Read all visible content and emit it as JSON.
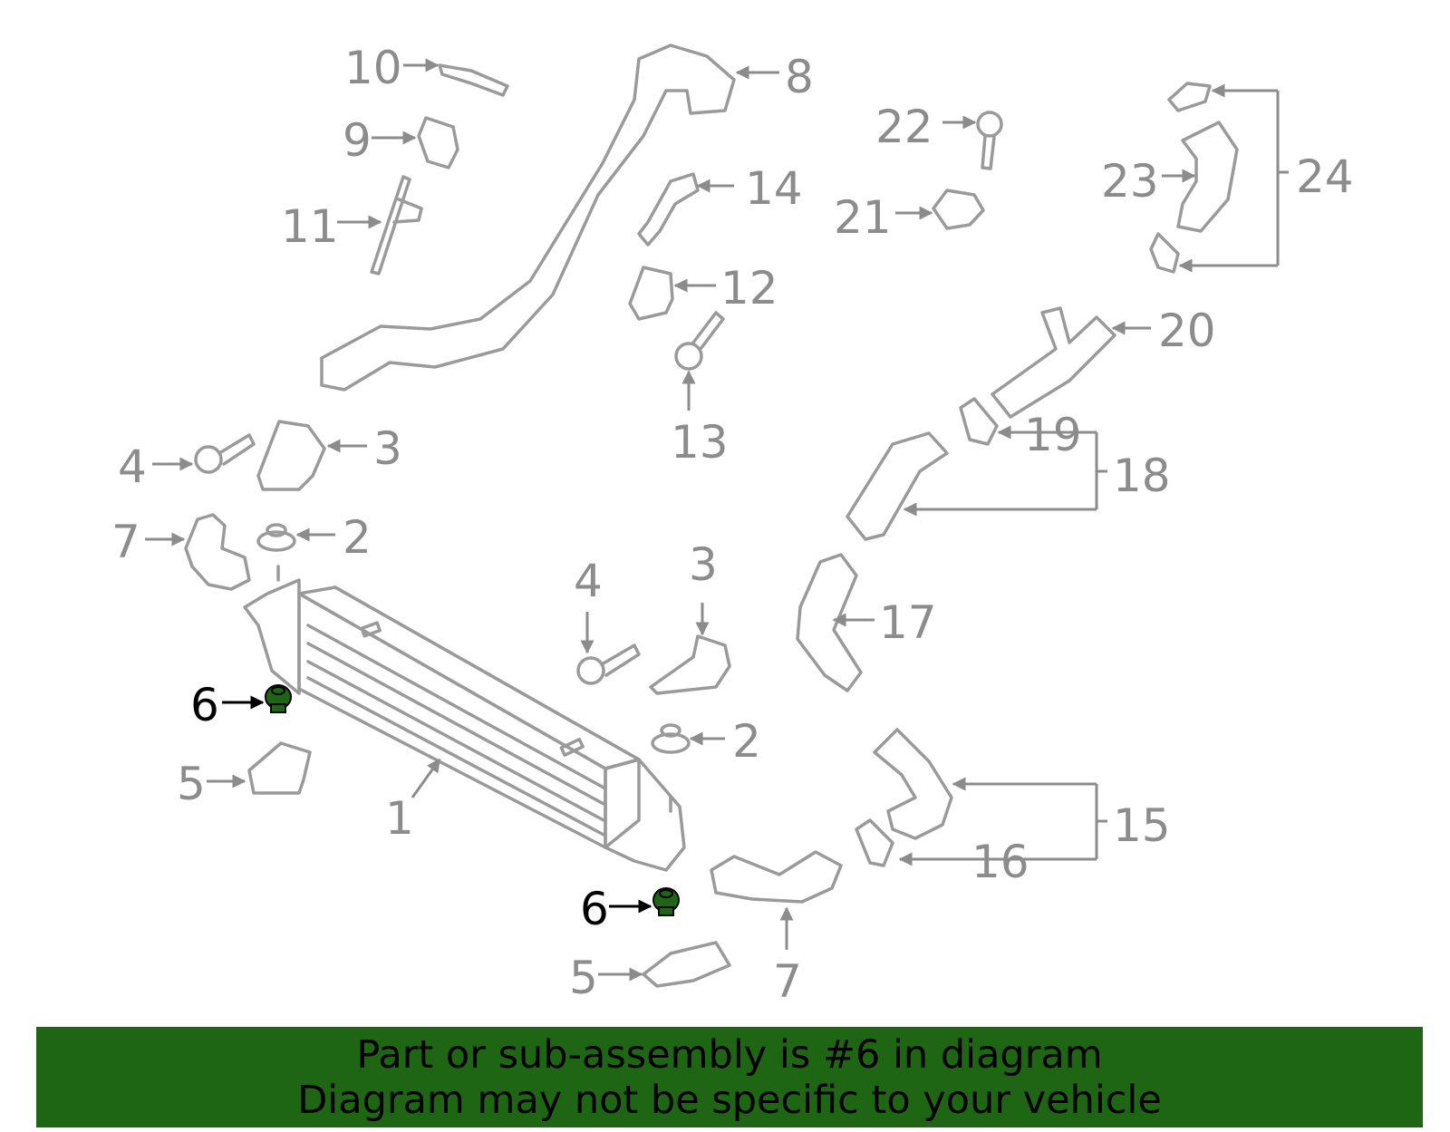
{
  "colors": {
    "highlight": "#1e6614",
    "banner_bg": "#1e6614",
    "line_art": "#9a9a9a",
    "callout_text": "#8c8c8c"
  },
  "callouts": {
    "c1": "1",
    "c2a": "2",
    "c2b": "2",
    "c3a": "3",
    "c3b": "3",
    "c4a": "4",
    "c4b": "4",
    "c5a": "5",
    "c5b": "5",
    "c6a": "6",
    "c6b": "6",
    "c7a": "7",
    "c7b": "7",
    "c8": "8",
    "c9": "9",
    "c10": "10",
    "c11": "11",
    "c12": "12",
    "c13": "13",
    "c14": "14",
    "c15": "15",
    "c16": "16",
    "c17": "17",
    "c18": "18",
    "c19": "19",
    "c20": "20",
    "c21": "21",
    "c22": "22",
    "c23": "23",
    "c24": "24"
  },
  "highlighted_part": "6",
  "banner": {
    "line1": "Part or sub-assembly is #6 in diagram",
    "line2": "Diagram may not be specific to your vehicle"
  }
}
